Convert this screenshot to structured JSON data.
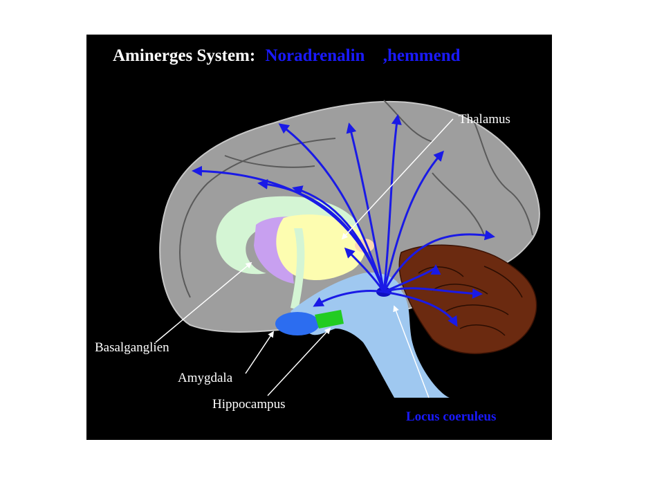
{
  "title": {
    "prefix": "Aminerges System:",
    "highlight_1": "Noradrenalin",
    "highlight_2": ",hemmend"
  },
  "labels": {
    "thalamus": "Thalamus",
    "basalganglien": "Basalganglien",
    "amygdala": "Amygdala",
    "hippocampus": "Hippocampus",
    "locus_coeruleus": "Locus coeruleus"
  },
  "colors": {
    "background": "#000000",
    "title_white": "#ffffff",
    "title_blue": "#1a1aff",
    "pathway_blue": "#1a1ae6",
    "cortex": "#9e9e9e",
    "cerebellum": "#6b2a10",
    "brainstem": "#9fc8f0",
    "basal_ganglia": "#fdfdb0",
    "thalamus_region": "#d4f5d4",
    "limbic": "#c8a0f0",
    "amygdala": "#2c6df0",
    "hippocampus": "#22cc22"
  }
}
